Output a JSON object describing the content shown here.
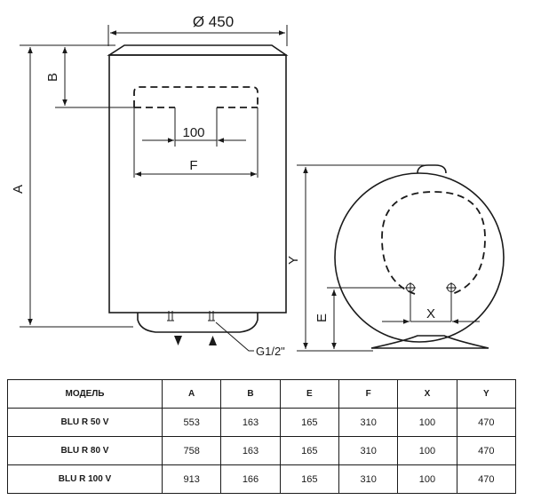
{
  "drawing": {
    "diameter_label": "Ø 450",
    "dim_a": "A",
    "dim_b": "B",
    "dim_100": "100",
    "dim_f": "F",
    "dim_y": "Y",
    "dim_e": "E",
    "dim_x": "X",
    "thread_label": "G1/2\""
  },
  "table": {
    "headers": [
      "МОДЕЛЬ",
      "A",
      "B",
      "E",
      "F",
      "X",
      "Y"
    ],
    "rows": [
      [
        "BLU R 50 V",
        "553",
        "163",
        "165",
        "310",
        "100",
        "470"
      ],
      [
        "BLU R 80 V",
        "758",
        "163",
        "165",
        "310",
        "100",
        "470"
      ],
      [
        "BLU R 100 V",
        "913",
        "166",
        "165",
        "310",
        "100",
        "470"
      ]
    ]
  }
}
